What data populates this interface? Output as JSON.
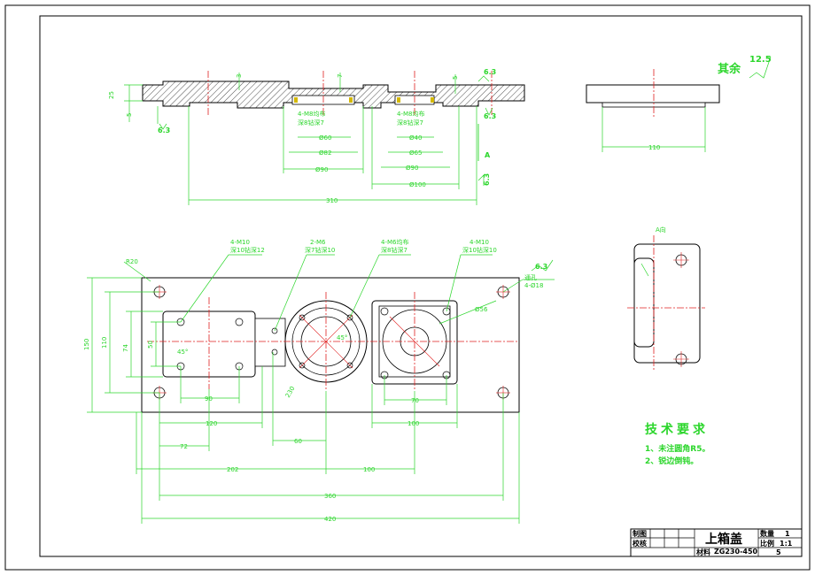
{
  "title_block": {
    "drawn_label": "制图",
    "checked_label": "校核",
    "material_label": "材料",
    "part_name": "上箱盖",
    "material": "ZG230-450",
    "qty_label": "数量",
    "qty": "1",
    "scale_label": "比例",
    "scale": "1:1",
    "sheet": "5"
  },
  "roughness": {
    "label": "其余",
    "value": "12.5"
  },
  "tech": {
    "title": "技术要求",
    "note1": "1、未注圆角R5。",
    "note2": "2、锐边倒钝。"
  },
  "view_a_label": "A向",
  "section_arrow_label": "A",
  "callouts": {
    "c_4m8_left": "4-M8均布",
    "c_4m8_left_sub": "深8钻深7",
    "c_4m8_right": "4-M8均布",
    "c_4m8_right_sub": "深8钻深7",
    "c_4m10_left": "4-M10",
    "c_4m10_left_sub": "深10钻深12",
    "c_2m6": "2-M6",
    "c_2m6_sub": "深7钻深10",
    "c_4m6": "4-M6均布",
    "c_4m6_sub": "深8钻深7",
    "c_4m10_right": "4-M10",
    "c_4m10_right_sub": "深10钻深10",
    "c_4d18": "4-Ø18",
    "c_4d18_sub": "通孔"
  },
  "dims": {
    "d_phi_top_left": "Ø60",
    "d_phi82": "Ø82",
    "d_phi90": "Ø90",
    "d_phi40": "Ø40",
    "d_phi65": "Ø65",
    "d_phi90b": "Ø90",
    "d_phi100": "Ø100",
    "d_310": "310",
    "d_110": "110",
    "d_25": "25",
    "d_5": "5",
    "d_3": "3",
    "d_7": "7",
    "d_150": "150",
    "d_110v": "110",
    "d_74": "74",
    "d_50": "50",
    "d_90": "90",
    "d_120": "120",
    "d_72": "72",
    "d_60": "60",
    "d_202": "202",
    "d_100": "100",
    "d_360": "360",
    "d_420": "420",
    "d_70": "70",
    "d_100b": "100",
    "d_45": "45°",
    "d_r20": "R20",
    "d_phi56": "Ø56",
    "d_230": "230",
    "r63": "6.3"
  }
}
